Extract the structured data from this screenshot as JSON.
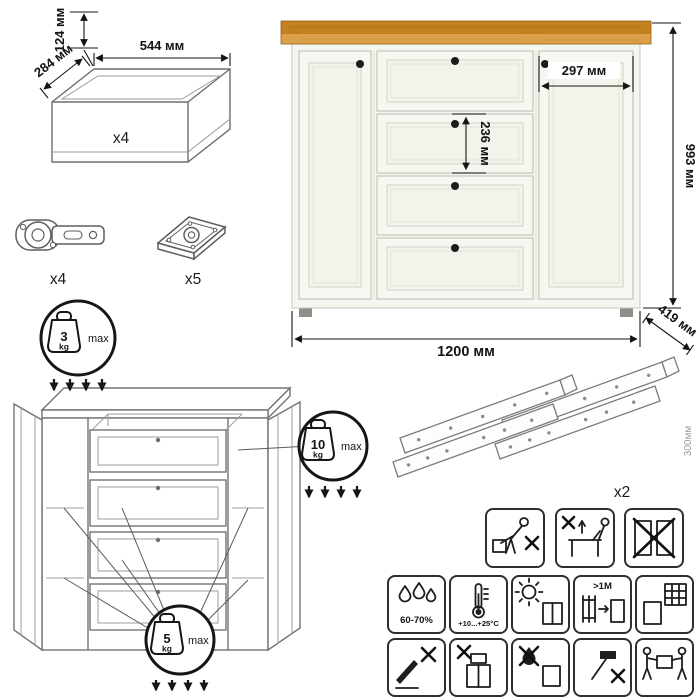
{
  "drawer_box": {
    "height": "124 мм",
    "width": "544 мм",
    "depth": "284 мм",
    "count": "x4"
  },
  "hinge": {
    "count": "x4"
  },
  "feet": {
    "count": "x5"
  },
  "cabinet": {
    "width": "1200 мм",
    "height": "993 мм",
    "depth": "419 мм",
    "door_width": "297 мм",
    "drawer_front_height": "236 мм"
  },
  "slides": {
    "count": "x2",
    "length": "300мм"
  },
  "load_limits": {
    "top": {
      "value": "3",
      "unit": "kg",
      "note": "max"
    },
    "drawer": {
      "value": "10",
      "unit": "kg",
      "note": "max"
    },
    "shelf": {
      "value": "5",
      "unit": "kg",
      "note": "max"
    }
  },
  "care": {
    "humidity": "60-70%",
    "temperature": "+10...+25°C",
    "heat_distance": ">1M"
  },
  "icon_names": {
    "row1": [
      "no-carry-bent",
      "no-drag-furniture",
      "no-move-with-doors"
    ],
    "row2": [
      "humidity",
      "temperature",
      "sunlight",
      "heat-distance",
      "ventilation"
    ],
    "row3": [
      "no-sharp-tools",
      "no-load-on-top",
      "no-water",
      "no-impact",
      "carry-together"
    ]
  },
  "colors": {
    "wood_top": "#c2801f",
    "wood_edge": "#dda04a",
    "body": "#f6f6f0",
    "outline": "#c6c6bc",
    "knob": "#1c1c1c"
  }
}
